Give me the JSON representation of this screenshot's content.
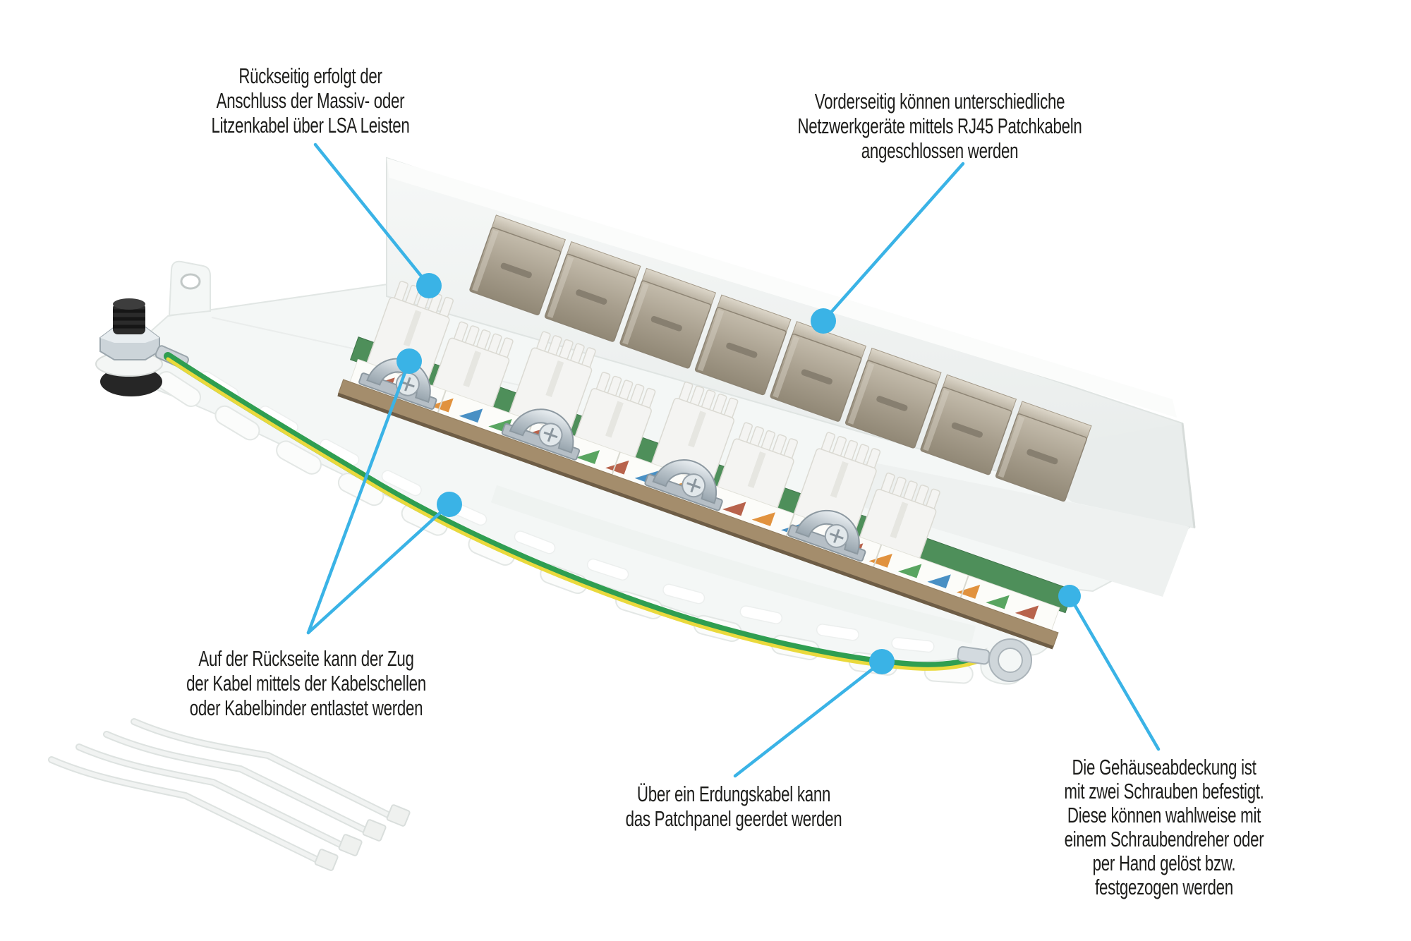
{
  "colors": {
    "accent_blue": "#3ab3e6",
    "text_black": "#1d1d1b",
    "ground_wire_green": "#2f9e51",
    "ground_wire_yellow": "#ead93c",
    "pcb_green": "#4e8f5a",
    "shield_metal": "#b3ab9c",
    "chassis_white": "#f4f7f6"
  },
  "annotations": [
    {
      "id": "lsa-note",
      "lines": [
        "Rückseitig erfolgt der",
        "Anschluss der Massiv- oder",
        "Litzenkabel über LSA Leisten"
      ]
    },
    {
      "id": "rj45-note",
      "lines": [
        "Vorderseitig können unterschiedliche",
        "Netzwerkgeräte mittels RJ45 Patchkabeln",
        "angeschlossen werden"
      ]
    },
    {
      "id": "strain-relief-note",
      "lines": [
        "Auf der Rückseite kann der Zug",
        "der Kabel mittels der Kabelschellen",
        "oder Kabelbinder entlastet werden"
      ]
    },
    {
      "id": "ground-note",
      "lines": [
        "Über ein Erdungskabel kann",
        "das Patchpanel geerdet werden"
      ]
    },
    {
      "id": "cover-note",
      "lines": [
        "Die Gehäuseabdeckung ist",
        "mit zwei Schrauben befestigt.",
        "Diese können wahlweise mit",
        "einem Schraubendreher oder",
        "per Hand gelöst bzw.",
        "festgezogen werden"
      ]
    }
  ]
}
